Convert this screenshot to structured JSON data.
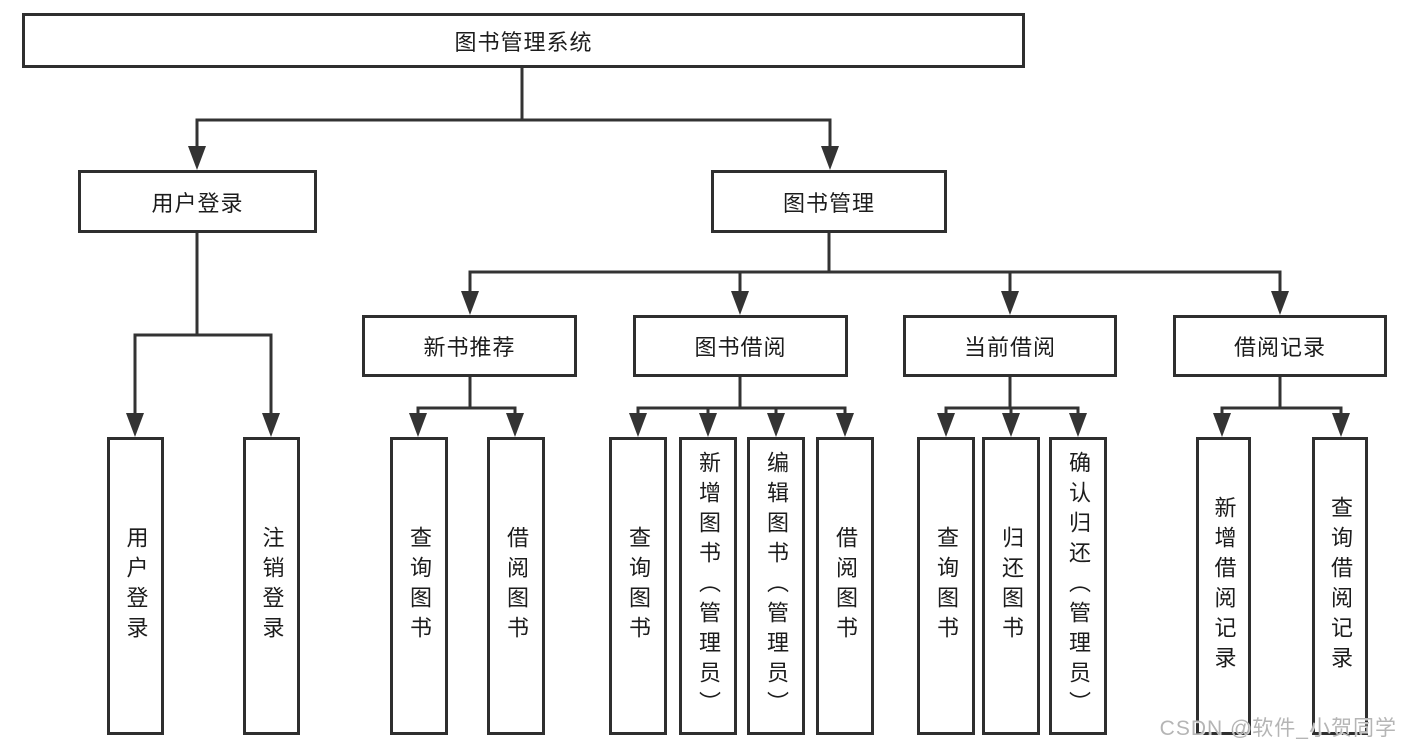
{
  "tree": {
    "root": {
      "label": "图书管理系统",
      "children": [
        {
          "label": "用户登录",
          "children": [
            {
              "label": "用户登录"
            },
            {
              "label": "注销登录"
            }
          ]
        },
        {
          "label": "图书管理",
          "children": [
            {
              "label": "新书推荐",
              "children": [
                {
                  "label": "查询图书"
                },
                {
                  "label": "借阅图书"
                }
              ]
            },
            {
              "label": "图书借阅",
              "children": [
                {
                  "label": "查询图书"
                },
                {
                  "label": "新增图书（管理员）"
                },
                {
                  "label": "编辑图书（管理员）"
                },
                {
                  "label": "借阅图书"
                }
              ]
            },
            {
              "label": "当前借阅",
              "children": [
                {
                  "label": "查询图书"
                },
                {
                  "label": "归还图书"
                },
                {
                  "label": "确认归还（管理员）"
                }
              ]
            },
            {
              "label": "借阅记录",
              "children": [
                {
                  "label": "新增借阅记录"
                },
                {
                  "label": "查询借阅记录"
                }
              ]
            }
          ]
        }
      ]
    }
  },
  "watermark": {
    "text": "CSDN @软件_小贺同学"
  },
  "colors": {
    "line": "#333333",
    "box_border": "#2f2f2f",
    "text": "#1c1c1c",
    "watermark": "#b5b5b5"
  }
}
